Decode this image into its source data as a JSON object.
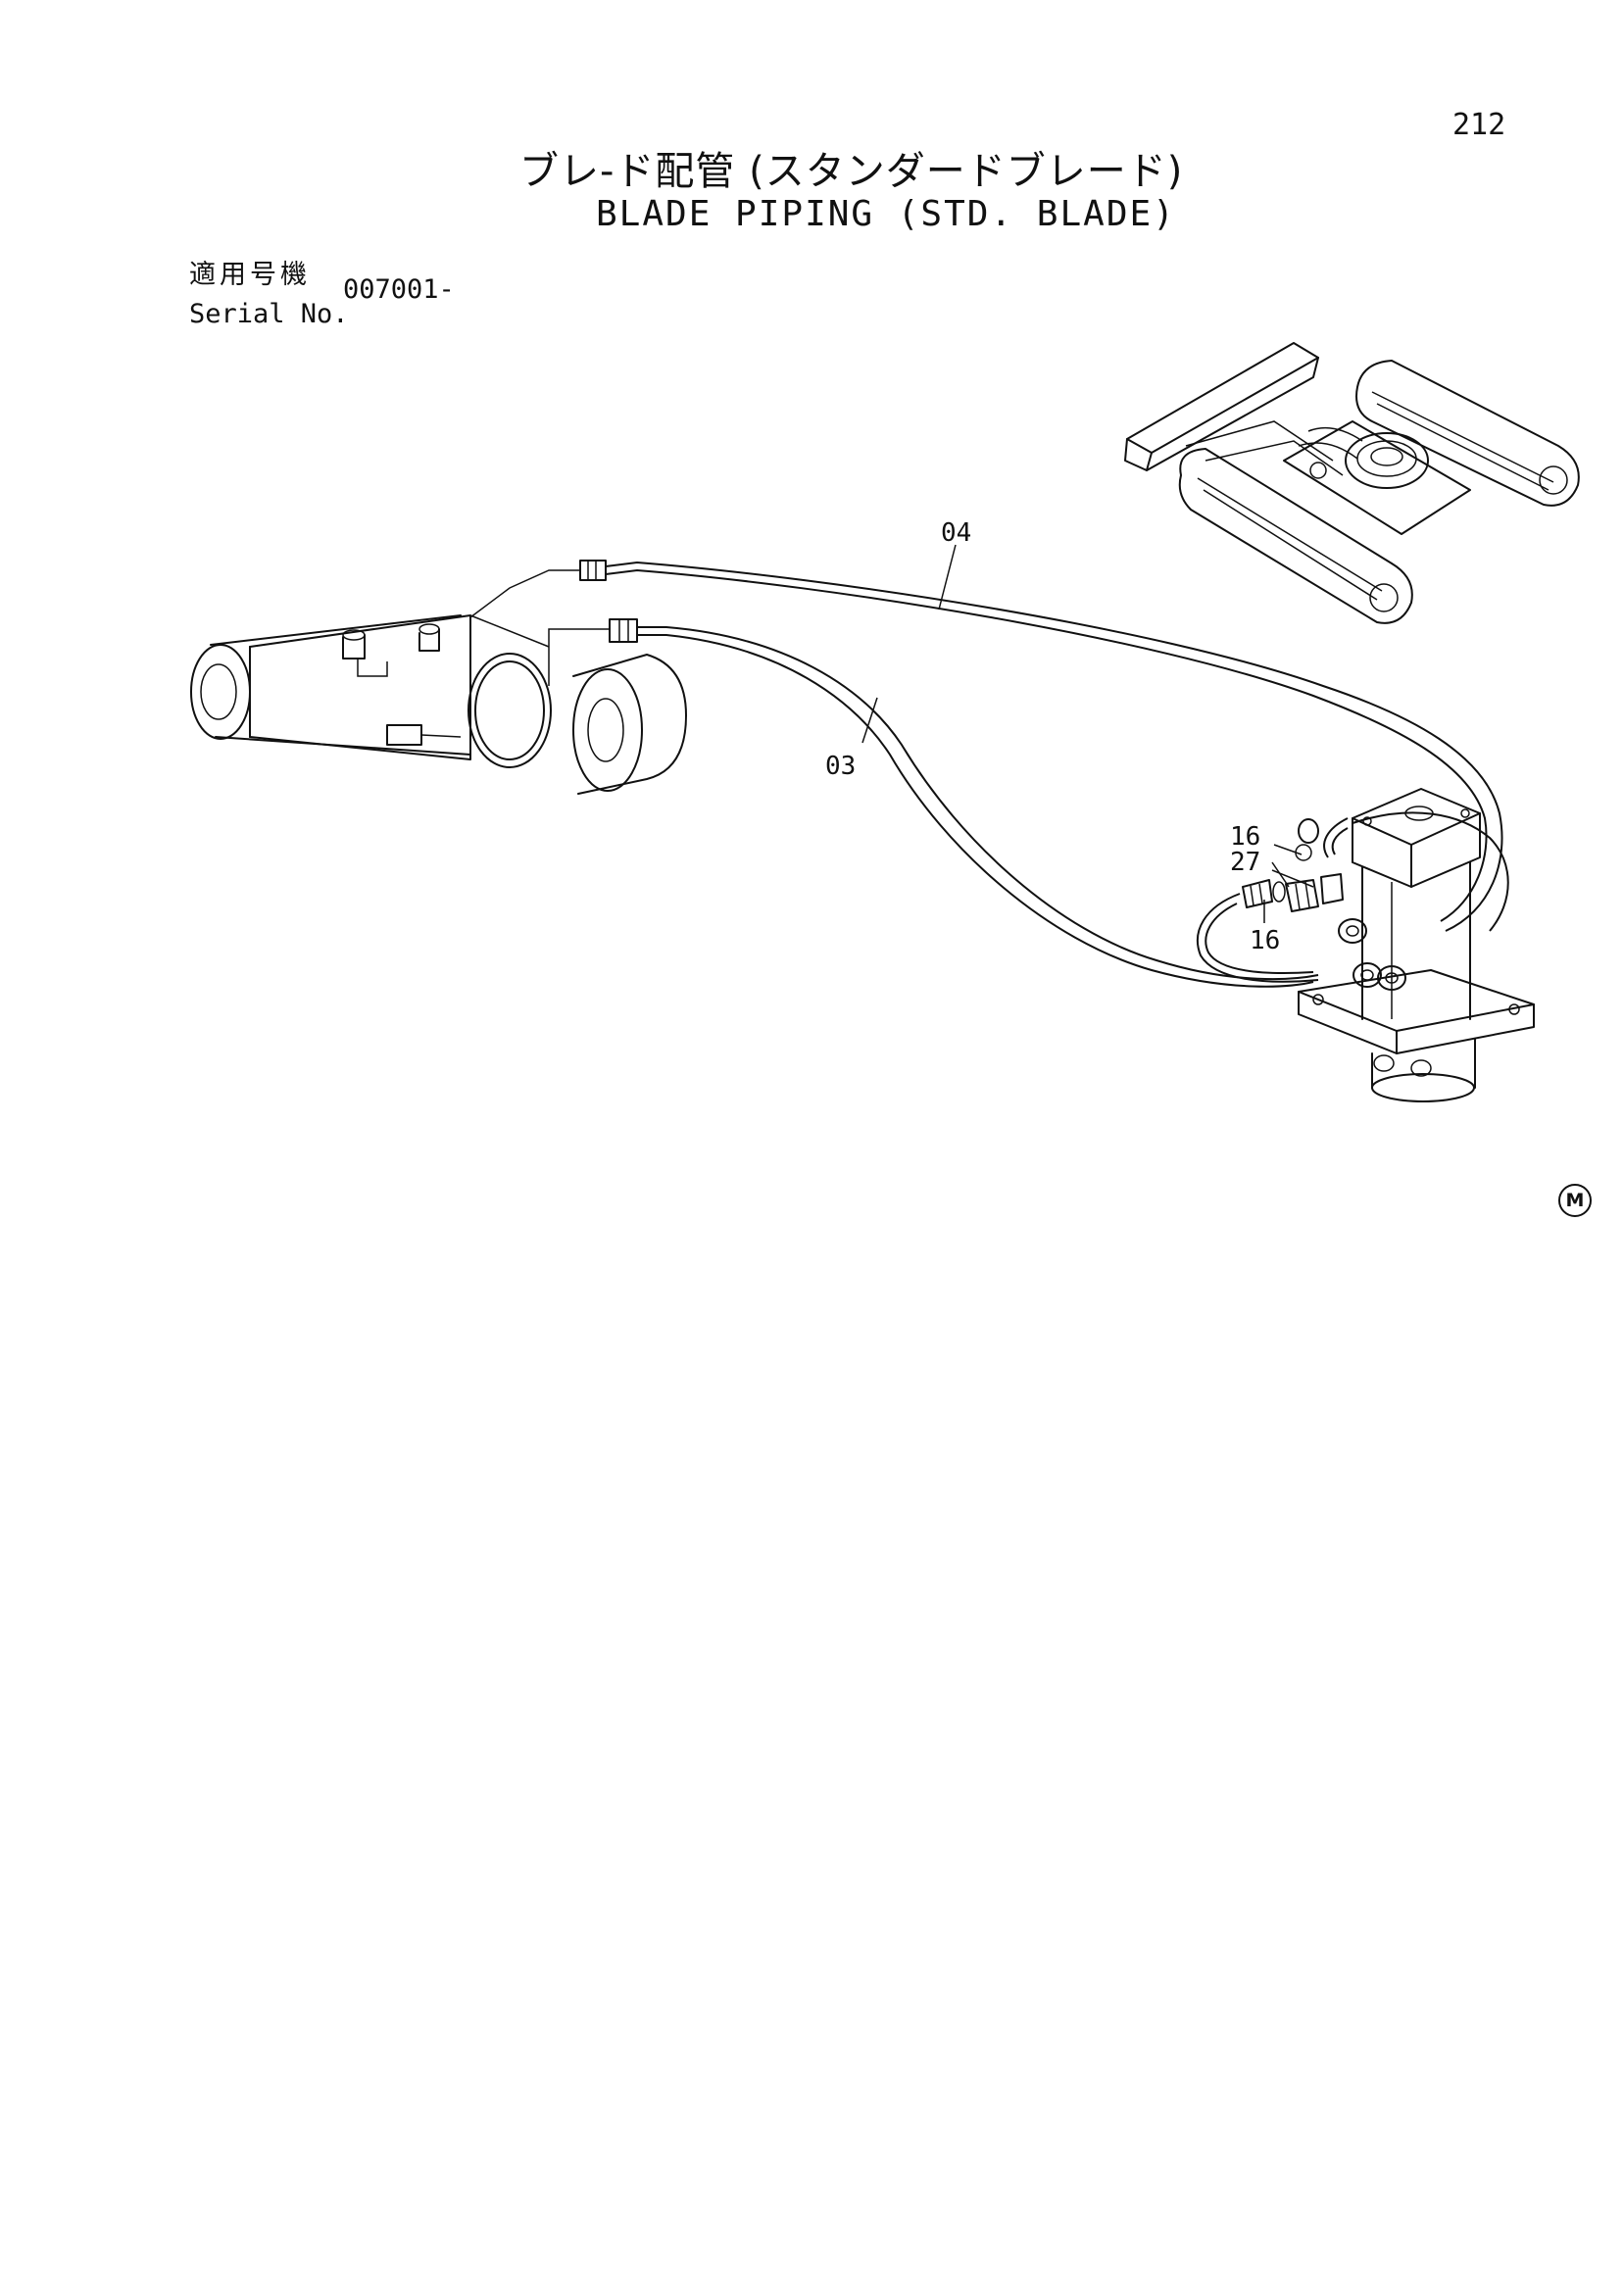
{
  "page_number": "212",
  "title_jp": "ブレ-ド配管 (スタンダードブレード)",
  "title_en": "BLADE PIPING (STD. BLADE)",
  "serial": {
    "label_jp": "適用号機",
    "label_en": "Serial No.",
    "value": "007001-"
  },
  "callouts": {
    "c04": "04",
    "c03": "03",
    "c16a": "16",
    "c27": "27",
    "c16b": "16"
  },
  "mark": "M"
}
